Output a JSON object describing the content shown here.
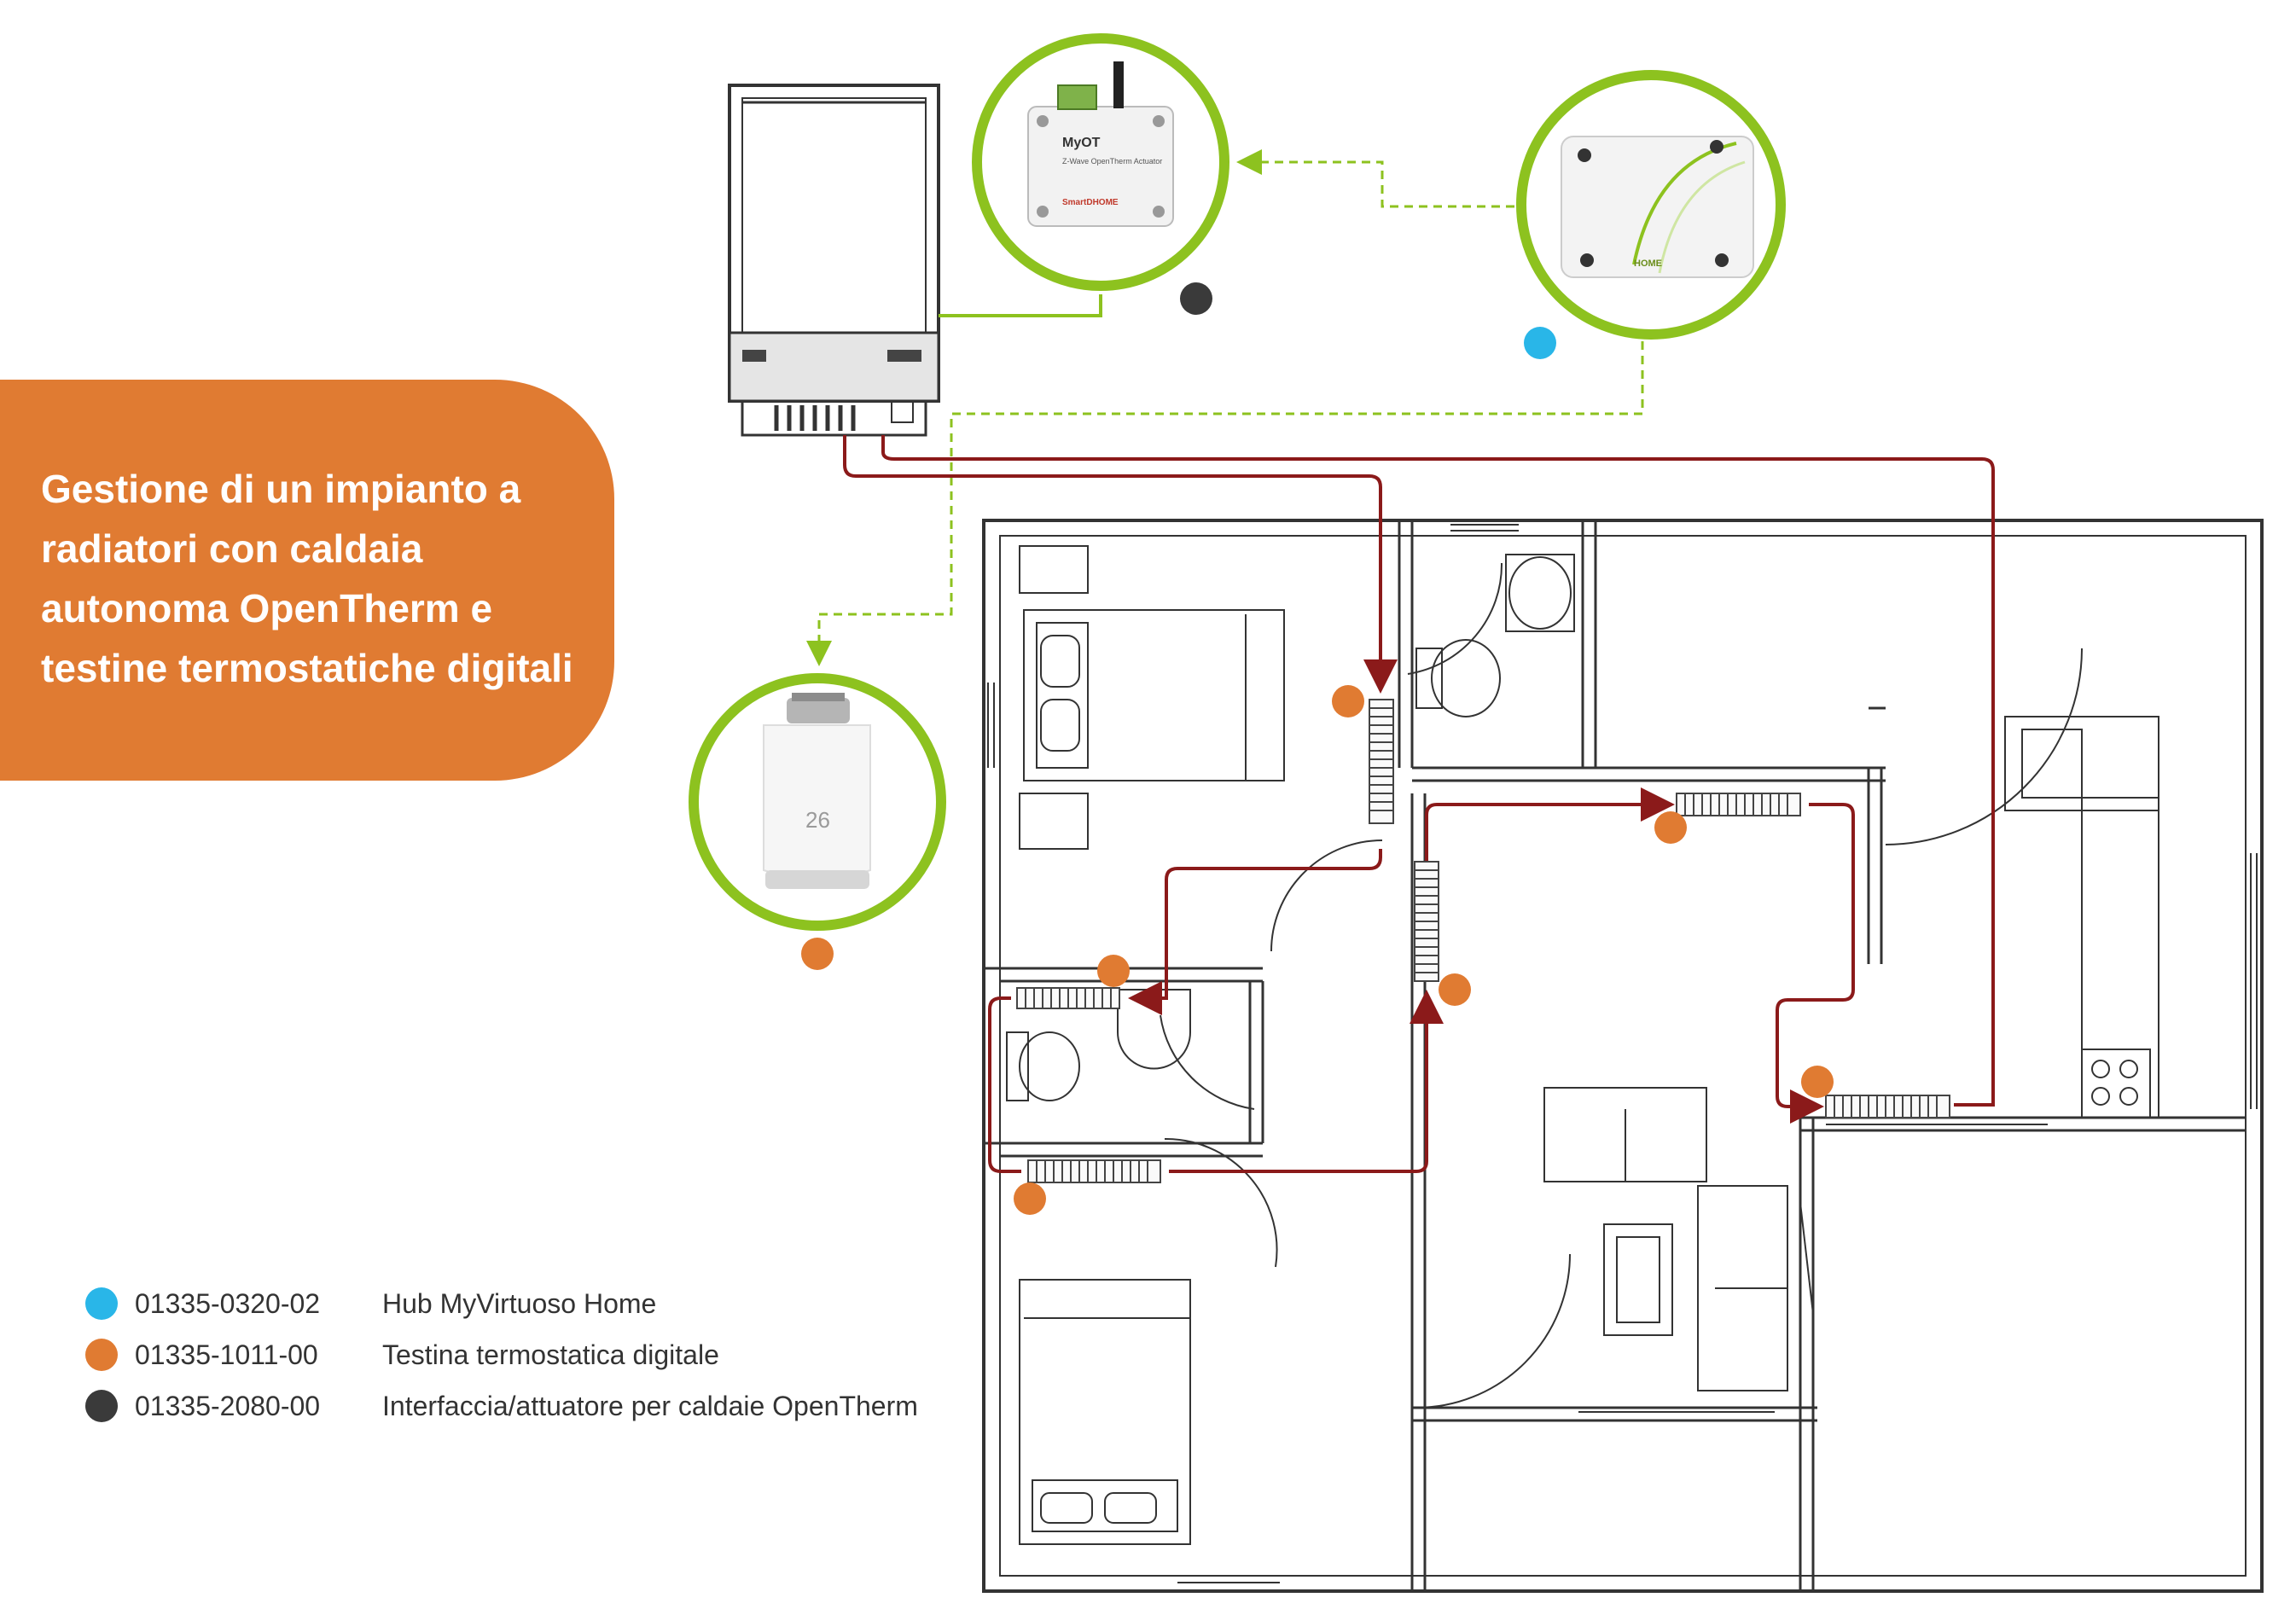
{
  "title": "Gestione di un impianto a radiatori con caldaia autonoma OpenTherm e testine termostatiche digitali",
  "colors": {
    "orange": "#e07b32",
    "blue": "#29b6e8",
    "dark": "#3a3a3a",
    "green": "#8dc21f",
    "pipe": "#8b1a1a",
    "wall": "#333333"
  },
  "devices": {
    "actuator": {
      "title": "MyOT",
      "subtitle": "Z-Wave OpenTherm Actuator",
      "brand": "SmartDHOME",
      "icon": "opentherm-actuator-icon"
    },
    "hub": {
      "brand": "HOME",
      "icon": "hub-icon"
    },
    "valve": {
      "display": "26",
      "icon": "thermostatic-head-icon"
    }
  },
  "legend": [
    {
      "code": "01335-0320-02",
      "description": "Hub MyVirtuoso Home",
      "color": "#29b6e8"
    },
    {
      "code": "01335-1011-00",
      "description": "Testina termostatica digitale",
      "color": "#e07b32"
    },
    {
      "code": "01335-2080-00",
      "description": "Interfaccia/attuatore per caldaie OpenTherm",
      "color": "#3a3a3a"
    }
  ]
}
